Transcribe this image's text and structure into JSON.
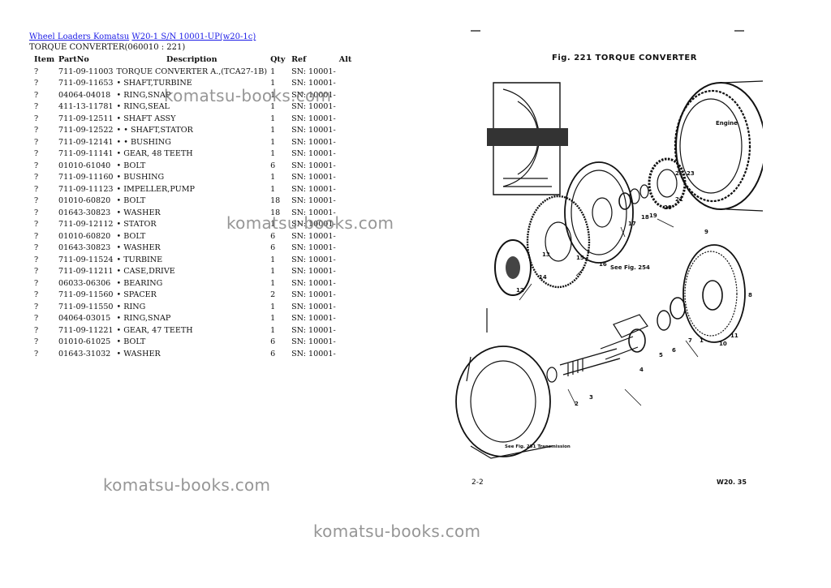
{
  "breadcrumb": {
    "link1": "Wheel Loaders Komatsu",
    "link2": "W20-1 S/N 10001-UP(w20-1c)"
  },
  "subtitle": "TORQUE CONVERTER(060010 : 221)",
  "table": {
    "headers": {
      "item": "Item",
      "partno": "PartNo",
      "description": "Description",
      "qty": "Qty",
      "ref": "Ref",
      "alt": "Alt"
    },
    "rows": [
      {
        "item": "?",
        "partno": "711-09-11003",
        "description": "TORQUE CONVERTER A.,(TCA27-1B)",
        "qty": "1",
        "ref": "SN: 10001-",
        "alt": ""
      },
      {
        "item": "?",
        "partno": "711-09-11653",
        "description": "• SHAFT,TURBINE",
        "qty": "1",
        "ref": "SN: 10001-",
        "alt": ""
      },
      {
        "item": "?",
        "partno": "04064-04018",
        "description": "• RING,SNAP",
        "qty": "1",
        "ref": "SN: 10001-",
        "alt": ""
      },
      {
        "item": "?",
        "partno": "411-13-11781",
        "description": "• RING,SEAL",
        "qty": "1",
        "ref": "SN: 10001-",
        "alt": ""
      },
      {
        "item": "?",
        "partno": "711-09-12511",
        "description": "• SHAFT ASSY",
        "qty": "1",
        "ref": "SN: 10001-",
        "alt": ""
      },
      {
        "item": "?",
        "partno": "711-09-12522",
        "description": "• • SHAFT,STATOR",
        "qty": "1",
        "ref": "SN: 10001-",
        "alt": ""
      },
      {
        "item": "?",
        "partno": "711-09-12141",
        "description": "• • BUSHING",
        "qty": "1",
        "ref": "SN: 10001-",
        "alt": ""
      },
      {
        "item": "?",
        "partno": "711-09-11141",
        "description": "• GEAR, 48 TEETH",
        "qty": "1",
        "ref": "SN: 10001-",
        "alt": ""
      },
      {
        "item": "?",
        "partno": "01010-61040",
        "description": "• BOLT",
        "qty": "6",
        "ref": "SN: 10001-",
        "alt": ""
      },
      {
        "item": "?",
        "partno": "711-09-11160",
        "description": "• BUSHING",
        "qty": "1",
        "ref": "SN: 10001-",
        "alt": ""
      },
      {
        "item": "?",
        "partno": "711-09-11123",
        "description": "• IMPELLER,PUMP",
        "qty": "1",
        "ref": "SN: 10001-",
        "alt": ""
      },
      {
        "item": "?",
        "partno": "01010-60820",
        "description": "• BOLT",
        "qty": "18",
        "ref": "SN: 10001-",
        "alt": ""
      },
      {
        "item": "?",
        "partno": "01643-30823",
        "description": "• WASHER",
        "qty": "18",
        "ref": "SN: 10001-",
        "alt": ""
      },
      {
        "item": "?",
        "partno": "711-09-12112",
        "description": "• STATOR",
        "qty": "1",
        "ref": "SN: 10001-",
        "alt": ""
      },
      {
        "item": "?",
        "partno": "01010-60820",
        "description": "• BOLT",
        "qty": "6",
        "ref": "SN: 10001-",
        "alt": ""
      },
      {
        "item": "?",
        "partno": "01643-30823",
        "description": "• WASHER",
        "qty": "6",
        "ref": "SN: 10001-",
        "alt": ""
      },
      {
        "item": "?",
        "partno": "711-09-11524",
        "description": "• TURBINE",
        "qty": "1",
        "ref": "SN: 10001-",
        "alt": ""
      },
      {
        "item": "?",
        "partno": "711-09-11211",
        "description": "• CASE,DRIVE",
        "qty": "1",
        "ref": "SN: 10001-",
        "alt": ""
      },
      {
        "item": "?",
        "partno": "06033-06306",
        "description": "• BEARING",
        "qty": "1",
        "ref": "SN: 10001-",
        "alt": ""
      },
      {
        "item": "?",
        "partno": "711-09-11560",
        "description": "• SPACER",
        "qty": "2",
        "ref": "SN: 10001-",
        "alt": ""
      },
      {
        "item": "?",
        "partno": "711-09-11550",
        "description": "• RING",
        "qty": "1",
        "ref": "SN: 10001-",
        "alt": ""
      },
      {
        "item": "?",
        "partno": "04064-03015",
        "description": "• RING,SNAP",
        "qty": "1",
        "ref": "SN: 10001-",
        "alt": ""
      },
      {
        "item": "?",
        "partno": "711-09-11221",
        "description": "• GEAR, 47 TEETH",
        "qty": "1",
        "ref": "SN: 10001-",
        "alt": ""
      },
      {
        "item": "?",
        "partno": "01010-61025",
        "description": "• BOLT",
        "qty": "6",
        "ref": "SN: 10001-",
        "alt": ""
      },
      {
        "item": "?",
        "partno": "01643-31032",
        "description": "• WASHER",
        "qty": "6",
        "ref": "SN: 10001-",
        "alt": ""
      }
    ]
  },
  "watermarks": [
    "komatsu-books.com",
    "komatsu-books.com",
    "komatsu-books.com",
    "komatsu-books.com"
  ],
  "figure": {
    "title": "Fig. 221  TORQUE CONVERTER",
    "engine_label": "Engine",
    "see_fig_254": "See Fig. 254",
    "see_fig_251": "See Fig. 251 Transmission",
    "page_number": "2-2",
    "model": "W20. 35",
    "callouts": [
      "1",
      "2",
      "3",
      "4",
      "5",
      "6",
      "7",
      "8",
      "9",
      "10",
      "11",
      "12",
      "13",
      "14",
      "15",
      "16",
      "17",
      "18",
      "19",
      "20",
      "21",
      "22",
      "23"
    ]
  }
}
